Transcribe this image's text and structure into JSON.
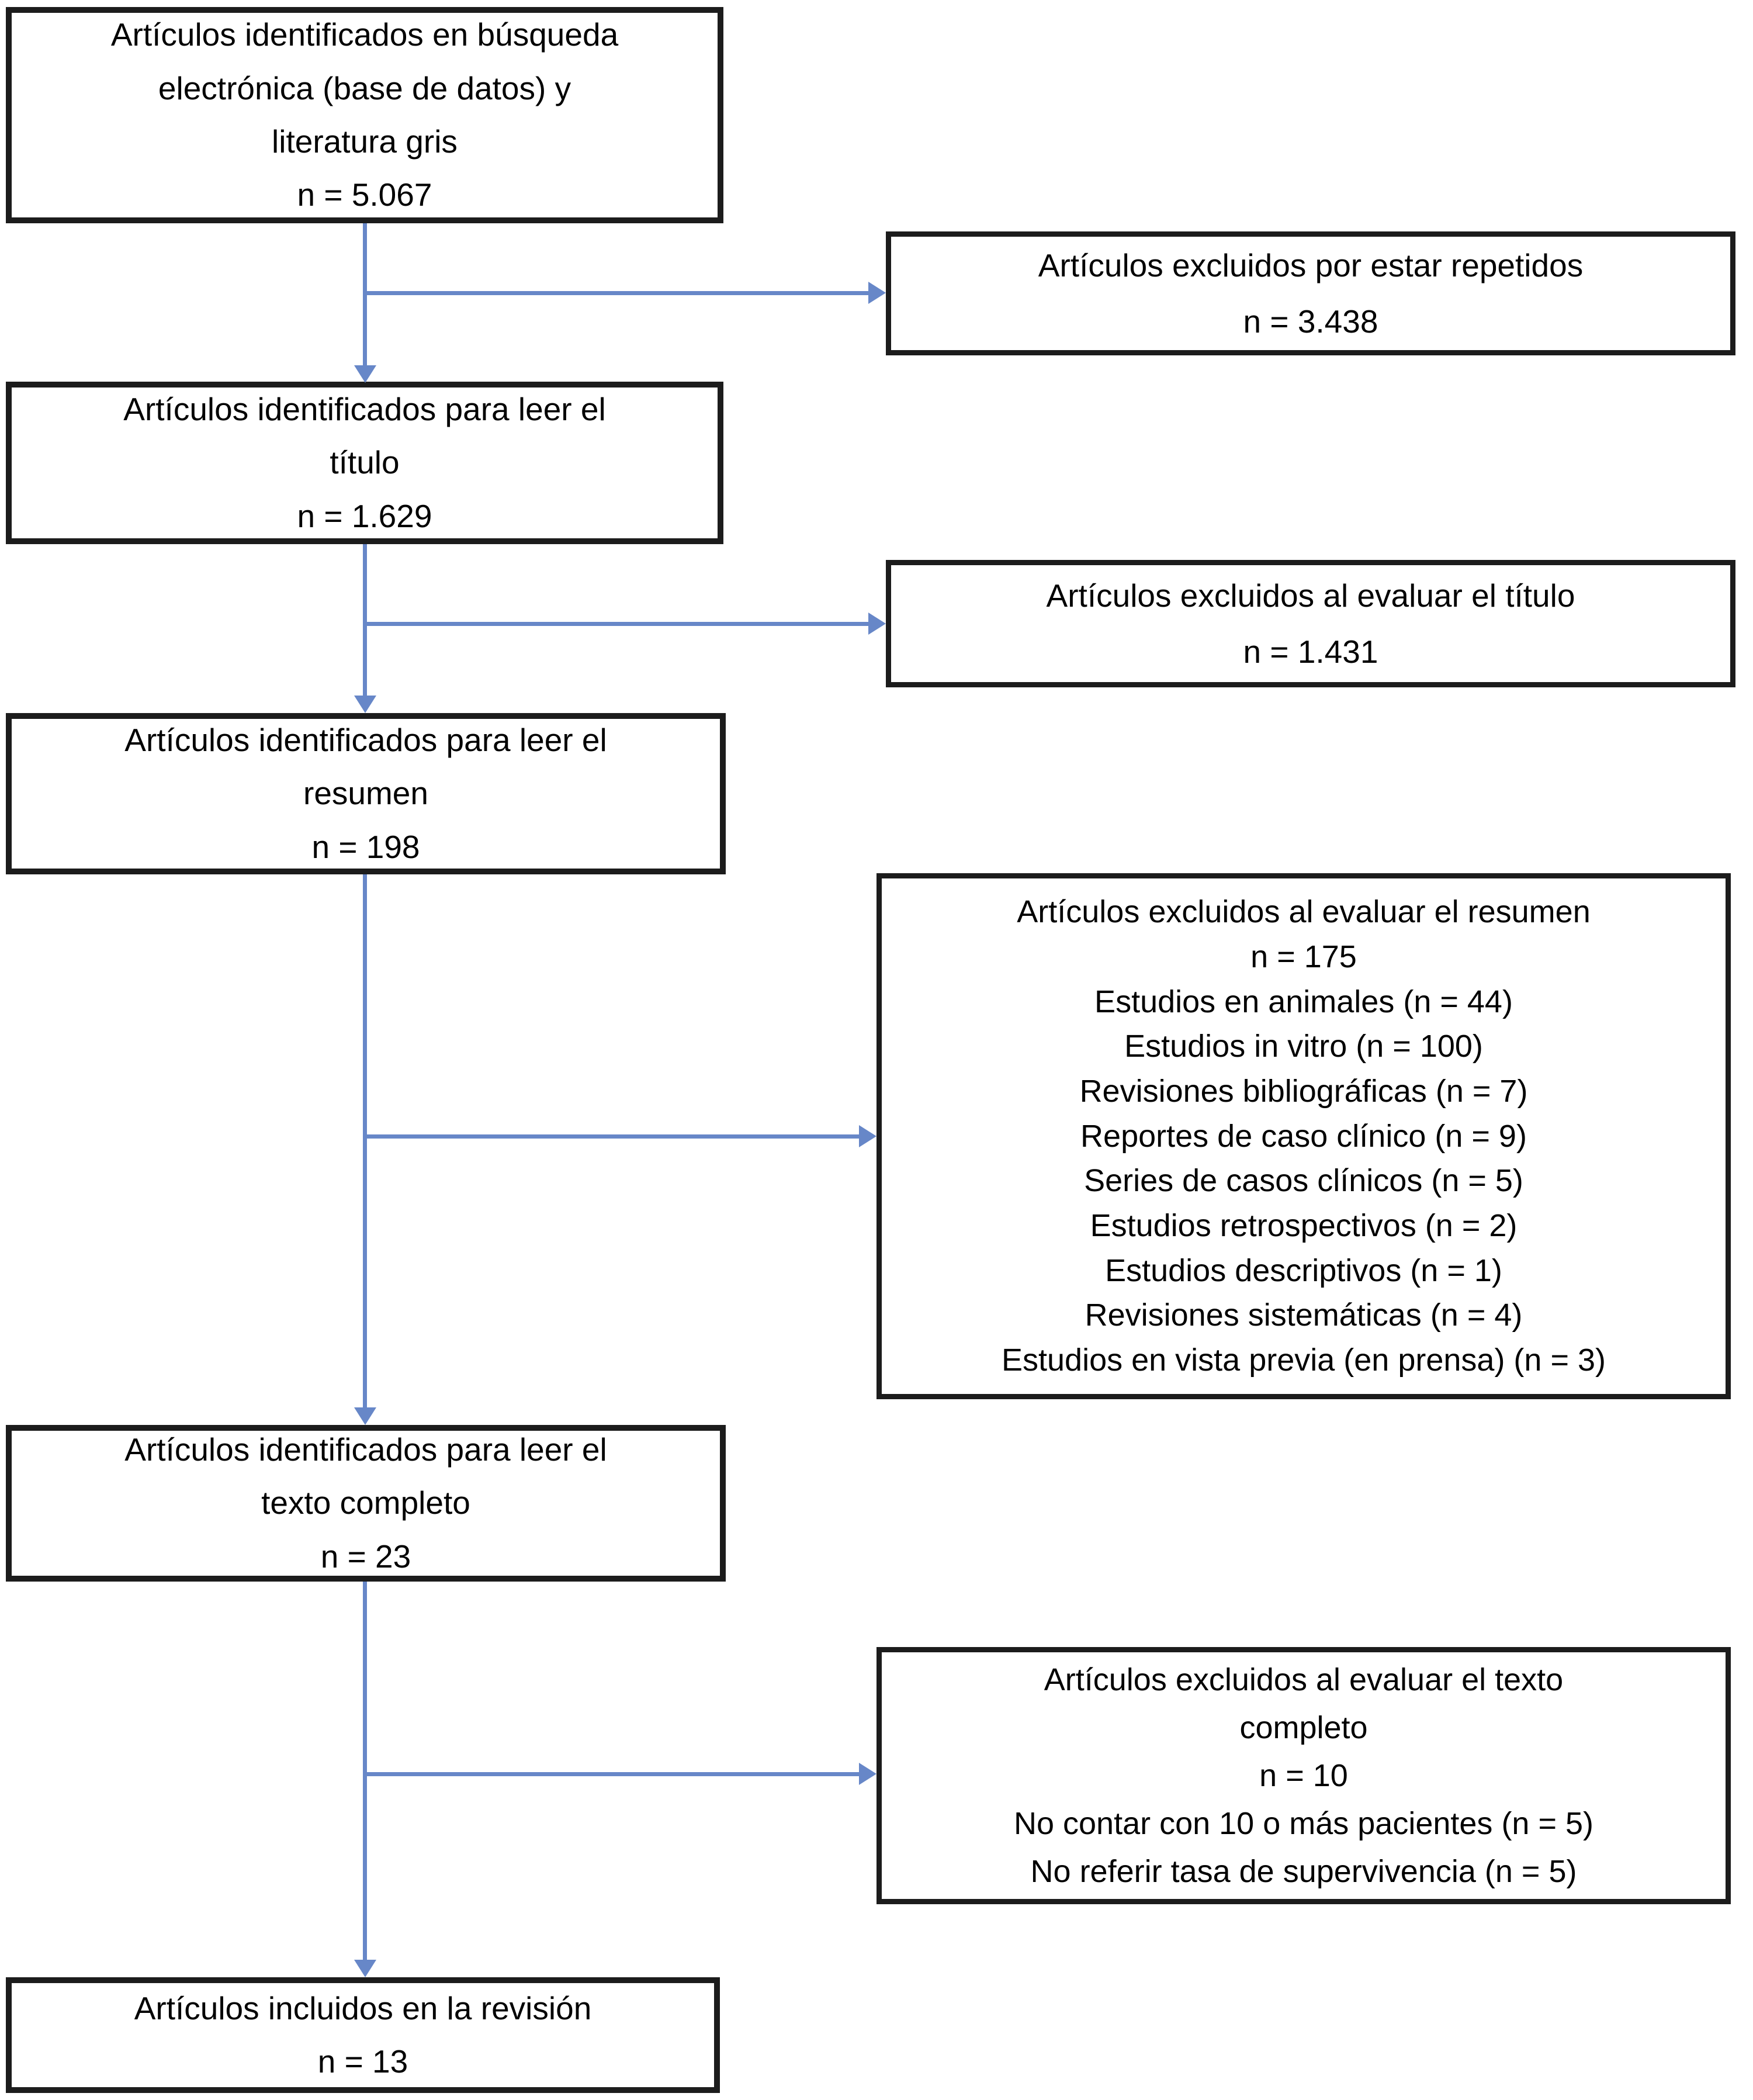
{
  "flow": {
    "colors": {
      "arrow": "#6787c8",
      "box_border": "#1c1c1c",
      "text": "#000000",
      "background": "#ffffff"
    },
    "left_boxes": [
      {
        "id": "identified-search",
        "n": "5.067",
        "text": "Artículos identificados en búsqueda\nelectrónica (base de datos) y\nliteratura gris\nn = 5.067"
      },
      {
        "id": "identified-title",
        "n": "1.629",
        "text": "Artículos identificados para leer el\ntítulo\nn = 1.629"
      },
      {
        "id": "identified-abstract",
        "n": "198",
        "text": "Artículos identificados para leer el\nresumen\nn = 198"
      },
      {
        "id": "identified-fulltext",
        "n": "23",
        "text": "Artículos identificados para leer el\ntexto completo\nn = 23"
      },
      {
        "id": "included-review",
        "n": "13",
        "text": "Artículos incluidos en la revisión\nn = 13"
      }
    ],
    "right_boxes": [
      {
        "id": "excluded-duplicates",
        "n": "3.438",
        "text": "Artículos excluidos por estar repetidos\nn = 3.438"
      },
      {
        "id": "excluded-title",
        "n": "1.431",
        "text": "Artículos excluidos al evaluar el título\nn = 1.431"
      },
      {
        "id": "excluded-abstract",
        "n": "175",
        "text": "Artículos excluidos al evaluar el resumen\nn = 175\nEstudios en animales (n = 44)\nEstudios in vitro (n = 100)\nRevisiones bibliográficas (n = 7)\nReportes de caso clínico (n = 9)\nSeries de casos clínicos (n = 5)\nEstudios retrospectivos (n = 2)\nEstudios descriptivos (n = 1)\nRevisiones sistemáticas (n = 4)\nEstudios en vista previa (en prensa) (n = 3)"
      },
      {
        "id": "excluded-fulltext",
        "n": "10",
        "text": "Artículos excluidos al evaluar el texto\ncompleto\nn = 10\nNo contar con 10 o más pacientes (n = 5)\nNo referir tasa de supervivencia (n = 5)"
      }
    ]
  }
}
